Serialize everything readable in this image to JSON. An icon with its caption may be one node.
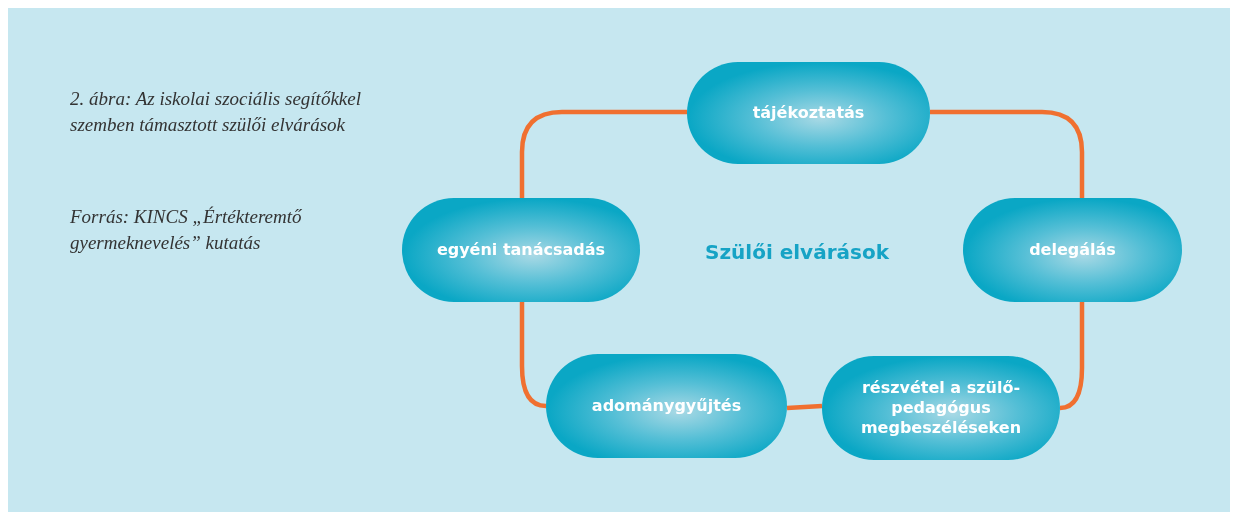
{
  "diagram": {
    "caption": "2. ábra: Az iskolai szociális segítőkkel szemben támasztott szülői elvárások",
    "nodes": [
      {
        "text": [
          "tájékoztatás"
        ]
      },
      {
        "text": [
          "delegálás"
        ]
      },
      {
        "text": [
          "részvétel a szülő-pedagógus megbeszéléseken"
        ]
      },
      {
        "text": [
          "adománygyűjtés"
        ]
      },
      {
        "text": [
          "egyéni tanácsadás"
        ]
      }
    ],
    "edges": [
      {
        "from": 0,
        "to": 1,
        "arrow": "none"
      },
      {
        "from": 1,
        "to": 2,
        "arrow": "none"
      },
      {
        "from": 2,
        "to": 3,
        "arrow": "none"
      },
      {
        "from": 3,
        "to": 4,
        "arrow": "none"
      },
      {
        "from": 4,
        "to": 0,
        "arrow": "none"
      }
    ],
    "labels": [
      "Forrás: KINCS „Értékteremtő gyermeknevelés” kutatás",
      "Szülői elvárások"
    ]
  }
}
